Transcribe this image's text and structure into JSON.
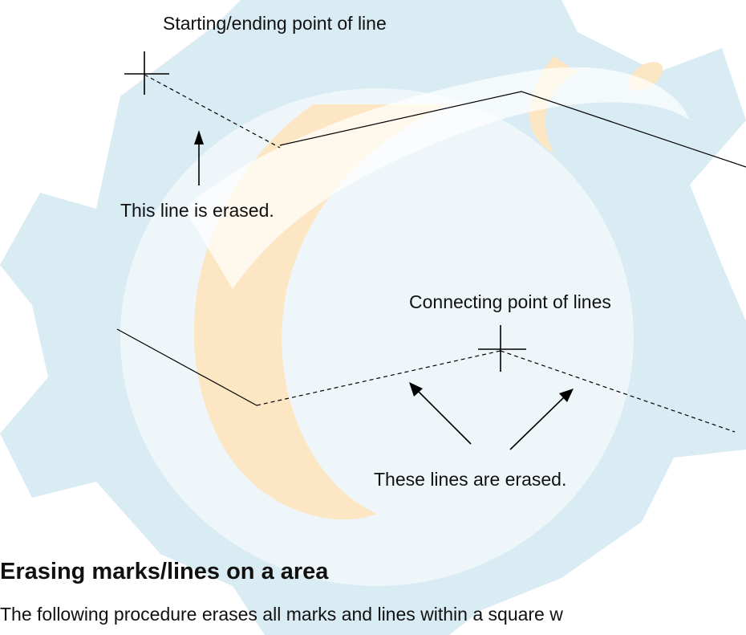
{
  "figure": {
    "labels": {
      "start_end_point": "Starting/ending point of line",
      "line_erased": "This line is erased.",
      "connecting_point": "Connecting point of lines",
      "lines_erased": "These lines are erased."
    }
  },
  "section": {
    "heading": "Erasing marks/lines on a area",
    "body": "The following procedure erases all marks and lines within a square w"
  },
  "colors": {
    "watermark_blue": "#d2e7f1",
    "watermark_orange": "#fde6c4",
    "line": "#000000",
    "text": "#111111"
  },
  "icons": {
    "cursor": "crosshair-icon"
  }
}
